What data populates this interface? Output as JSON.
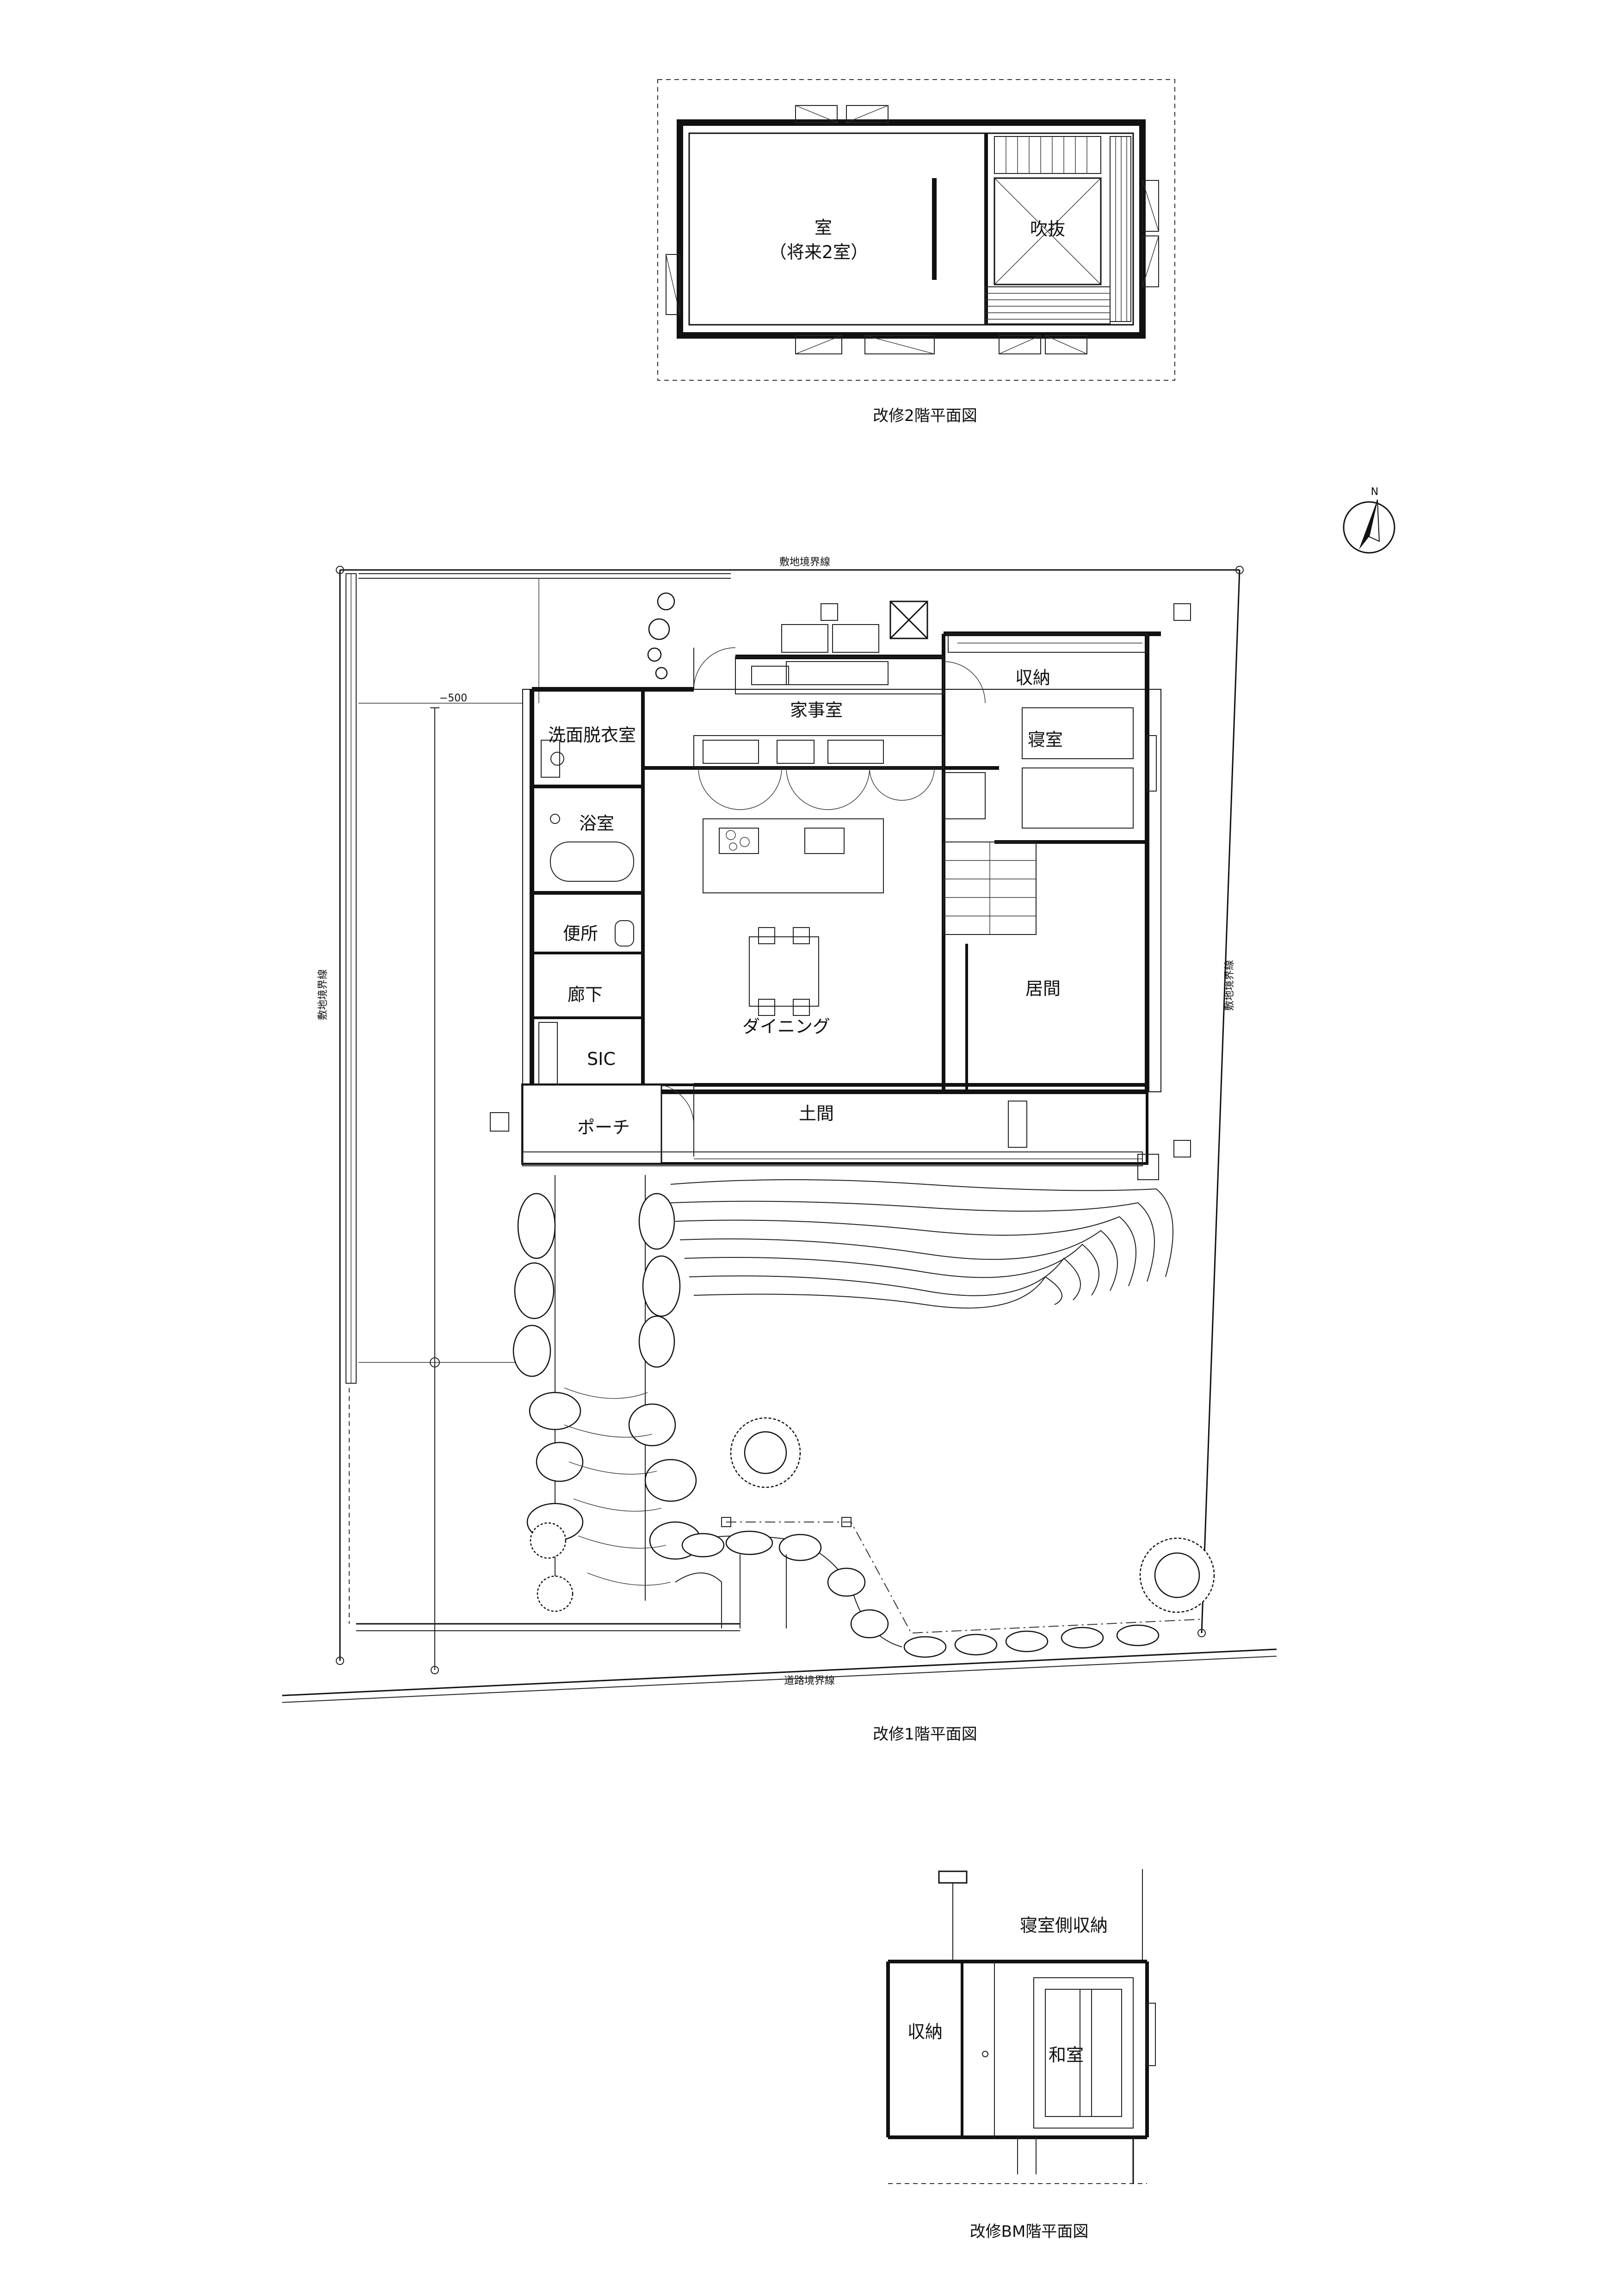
{
  "titles": {
    "floor2": "改修2階平面図",
    "floor1": "改修1階平面図",
    "basement": "改修BM階平面図"
  },
  "floor2": {
    "room_main": "室",
    "room_main_note": "（将来2室）",
    "void": "吹抜"
  },
  "floor1": {
    "boundary_north": "敷地境界線",
    "boundary_west": "敷地境界線",
    "boundary_east": "敷地境界線",
    "boundary_road": "道路境界線",
    "level_mark": "−500",
    "rooms": {
      "utility": "家事室",
      "storage": "収納",
      "bedroom": "寝室",
      "washroom": "洗面脱衣室",
      "bathroom": "浴室",
      "toilet": "便所",
      "corridor": "廊下",
      "sic": "SIC",
      "dining": "ダイニング",
      "living": "居間",
      "porch": "ポーチ",
      "doma": "土間"
    }
  },
  "basement": {
    "bedroom_storage": "寝室側収納",
    "storage": "収納",
    "japanese_room": "和室"
  },
  "compass": {
    "north_label": "N",
    "icon": "north-arrow-icon"
  }
}
